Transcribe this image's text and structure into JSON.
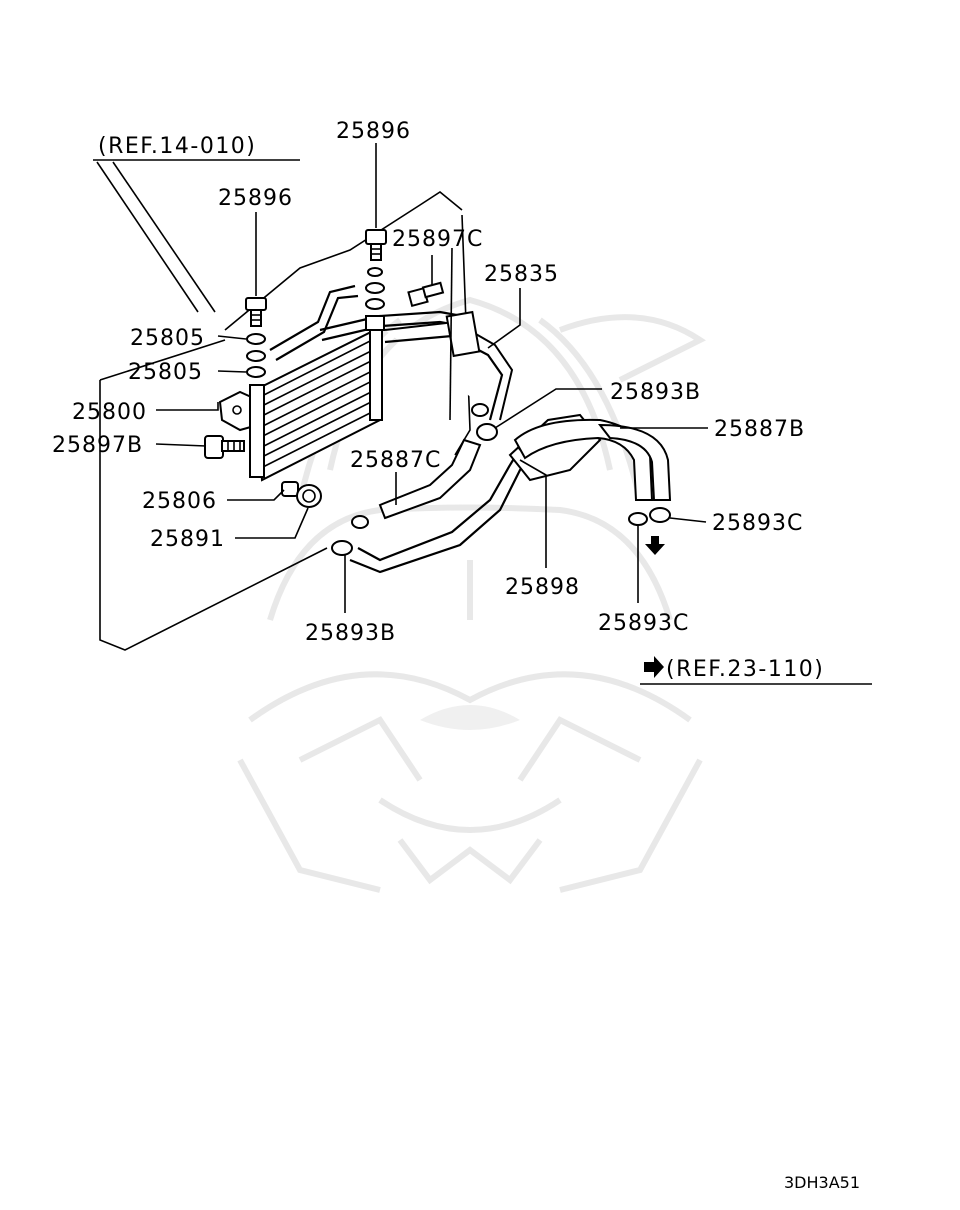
{
  "diagram": {
    "refs": {
      "top": "(REF.14-010)",
      "bottom": "(REF.23-110)"
    },
    "labels": {
      "p25896_top": "25896",
      "p25896_left": "25896",
      "p25897C": "25897C",
      "p25835": "25835",
      "p25805_a": "25805",
      "p25805_b": "25805",
      "p25800": "25800",
      "p25897B": "25897B",
      "p25893B_top": "25893B",
      "p25887B": "25887B",
      "p25887C": "25887C",
      "p25806": "25806",
      "p25891": "25891",
      "p25893C_right": "25893C",
      "p25898": "25898",
      "p25893C_bottom": "25893C",
      "p25893B_bottom": "25893B"
    },
    "diagram_code": "3DH3A51",
    "icons": [
      "arrow-right-icon",
      "arrow-down-icon"
    ]
  }
}
